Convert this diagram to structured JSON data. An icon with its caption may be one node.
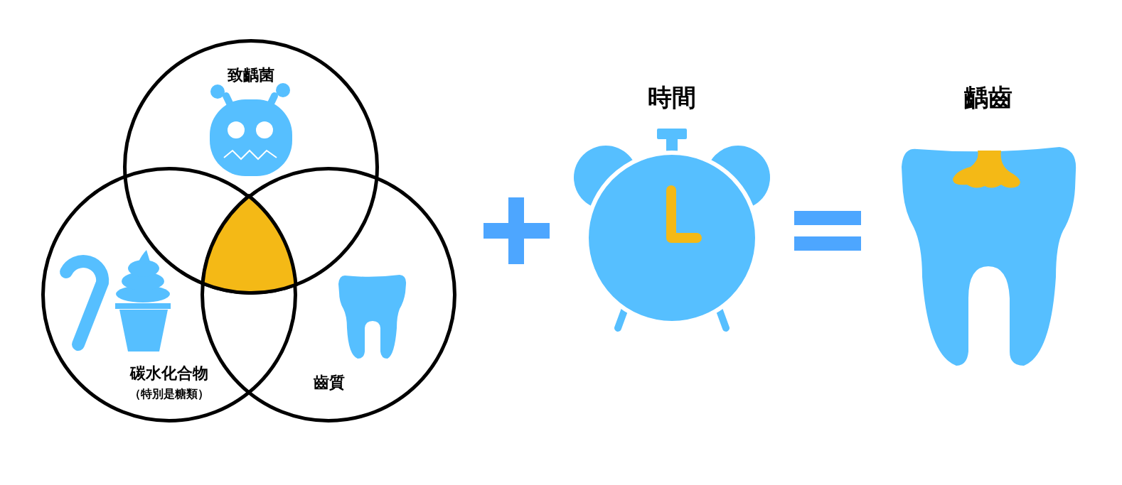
{
  "diagram": {
    "nodes": [
      {
        "text": [
          "致齲菌"
        ]
      },
      {
        "text": [
          "碳水化合物",
          "（特別是糖類）"
        ]
      },
      {
        "text": [
          "齒質"
        ]
      },
      {
        "text": [],
        "shape": "triangle"
      }
    ],
    "labels": [
      "時間",
      "齲齒"
    ]
  }
}
